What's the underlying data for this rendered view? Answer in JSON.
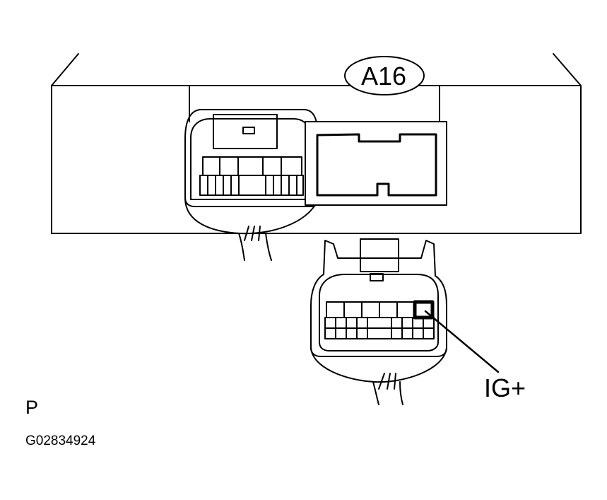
{
  "connector_label": "A16",
  "terminal_label": "IG+",
  "view_code": "P",
  "figure_id": "G02834924",
  "colors": {
    "line": "#000000",
    "background": "#ffffff"
  }
}
